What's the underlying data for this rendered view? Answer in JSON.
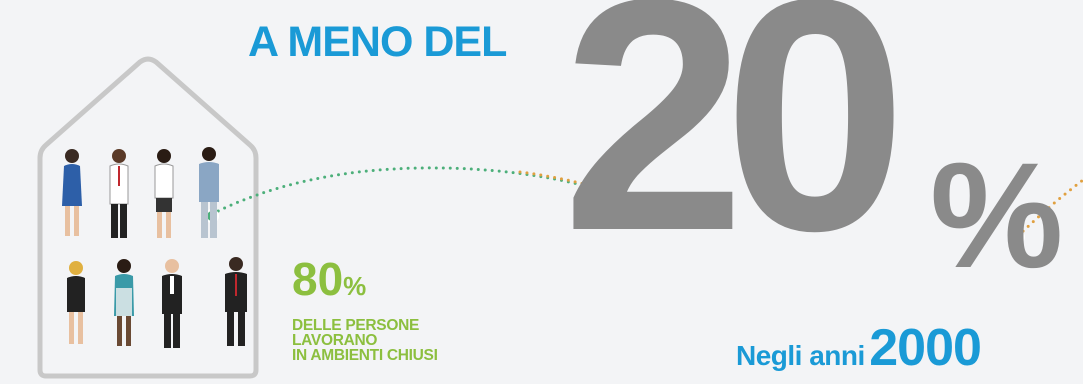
{
  "headline": "A MENO DEL",
  "big_stat": {
    "number": "20",
    "unit": "%"
  },
  "indoor_stat": {
    "value": "80",
    "unit": "%",
    "caption_lines": [
      "DELLE PERSONE",
      "LAVORANO",
      "IN AMBIENTI CHIUSI"
    ]
  },
  "years": {
    "prefix": "Negli anni",
    "year": "2000"
  },
  "colors": {
    "blue": "#1a9ad6",
    "green": "#8cbf3f",
    "gray": "#8a8a8a",
    "dot_green": "#4caf7a",
    "dot_orange": "#e0a040",
    "house_outline": "#c8c8c8"
  },
  "icons": [
    "house-outline-icon",
    "person-icon",
    "connector-dot-icon"
  ]
}
